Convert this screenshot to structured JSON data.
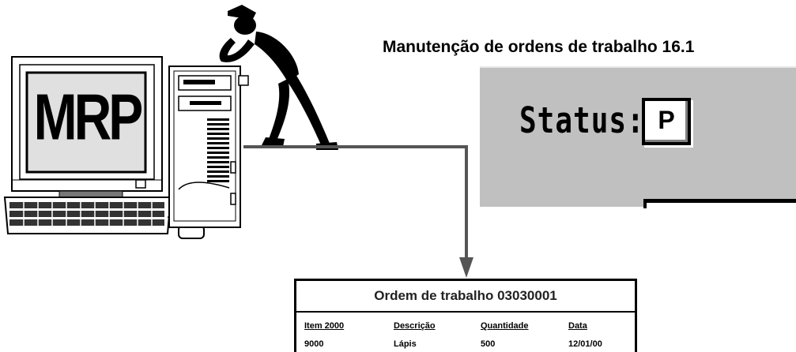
{
  "screen": {
    "title": "Manutenção de ordens de trabalho 16.1",
    "status_label": "Status:",
    "status_value": "P"
  },
  "computer": {
    "monitor_text": "MRP"
  },
  "work_order": {
    "title": "Ordem de trabalho 03030001",
    "columns": [
      "Item 2000",
      "Descrição",
      "Quantidade",
      "Data"
    ],
    "row": [
      "9000",
      "Lápis",
      "500",
      "12/01/00"
    ]
  },
  "colors": {
    "panel": "#c0c0c0",
    "ink": "#000000",
    "connector": "#555555"
  }
}
